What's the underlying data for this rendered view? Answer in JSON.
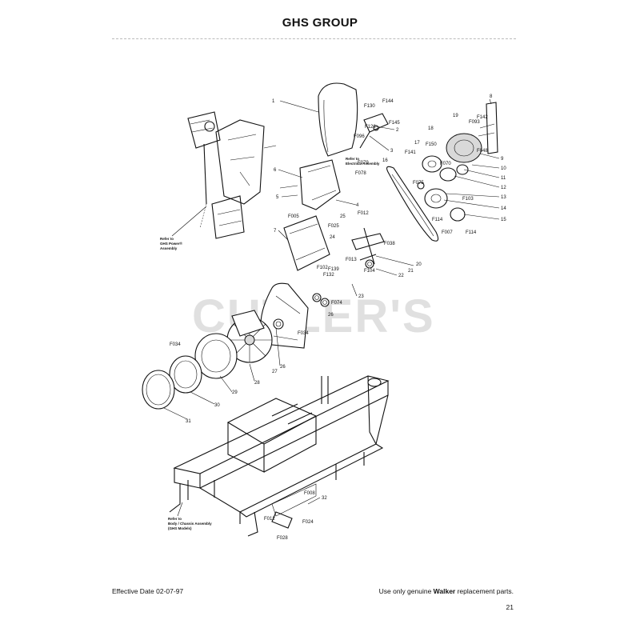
{
  "header": {
    "title": "GHS GROUP"
  },
  "watermark": "CUTLER'S",
  "diagram": {
    "callouts": [
      "1",
      "2",
      "3",
      "4",
      "5",
      "6",
      "7",
      "8",
      "9",
      "10",
      "11",
      "12",
      "13",
      "14",
      "15",
      "16",
      "17",
      "18",
      "19",
      "20",
      "21",
      "22",
      "23",
      "24",
      "25",
      "26",
      "26",
      "27",
      "28",
      "29",
      "30",
      "31",
      "32",
      "F130",
      "F144",
      "F126",
      "F145",
      "F096",
      "F079",
      "F078",
      "F141",
      "F150",
      "F070",
      "F093",
      "F142",
      "F048",
      "F075",
      "F103",
      "F114",
      "F007",
      "F114",
      "F005",
      "F012",
      "F038",
      "F025",
      "F102",
      "F139",
      "F132",
      "F104",
      "F074",
      "F034",
      "F034",
      "F013",
      "F008",
      "F012",
      "F024",
      "F028"
    ],
    "notes": {
      "power_assembly": [
        "Refer to",
        "GHS Power®",
        "Assembly"
      ],
      "electrical_assembly": [
        "Refer to",
        "Electrical Assembly"
      ],
      "body_chassis": [
        "Refer to",
        "Body / Chassis Assembly",
        "(GHS Models)"
      ]
    }
  },
  "footer": {
    "effective_date": "Effective Date 02-07-97",
    "notice_prefix": "Use only genuine ",
    "notice_brand": "Walker",
    "notice_suffix": " replacement parts.",
    "page_number": "21"
  }
}
